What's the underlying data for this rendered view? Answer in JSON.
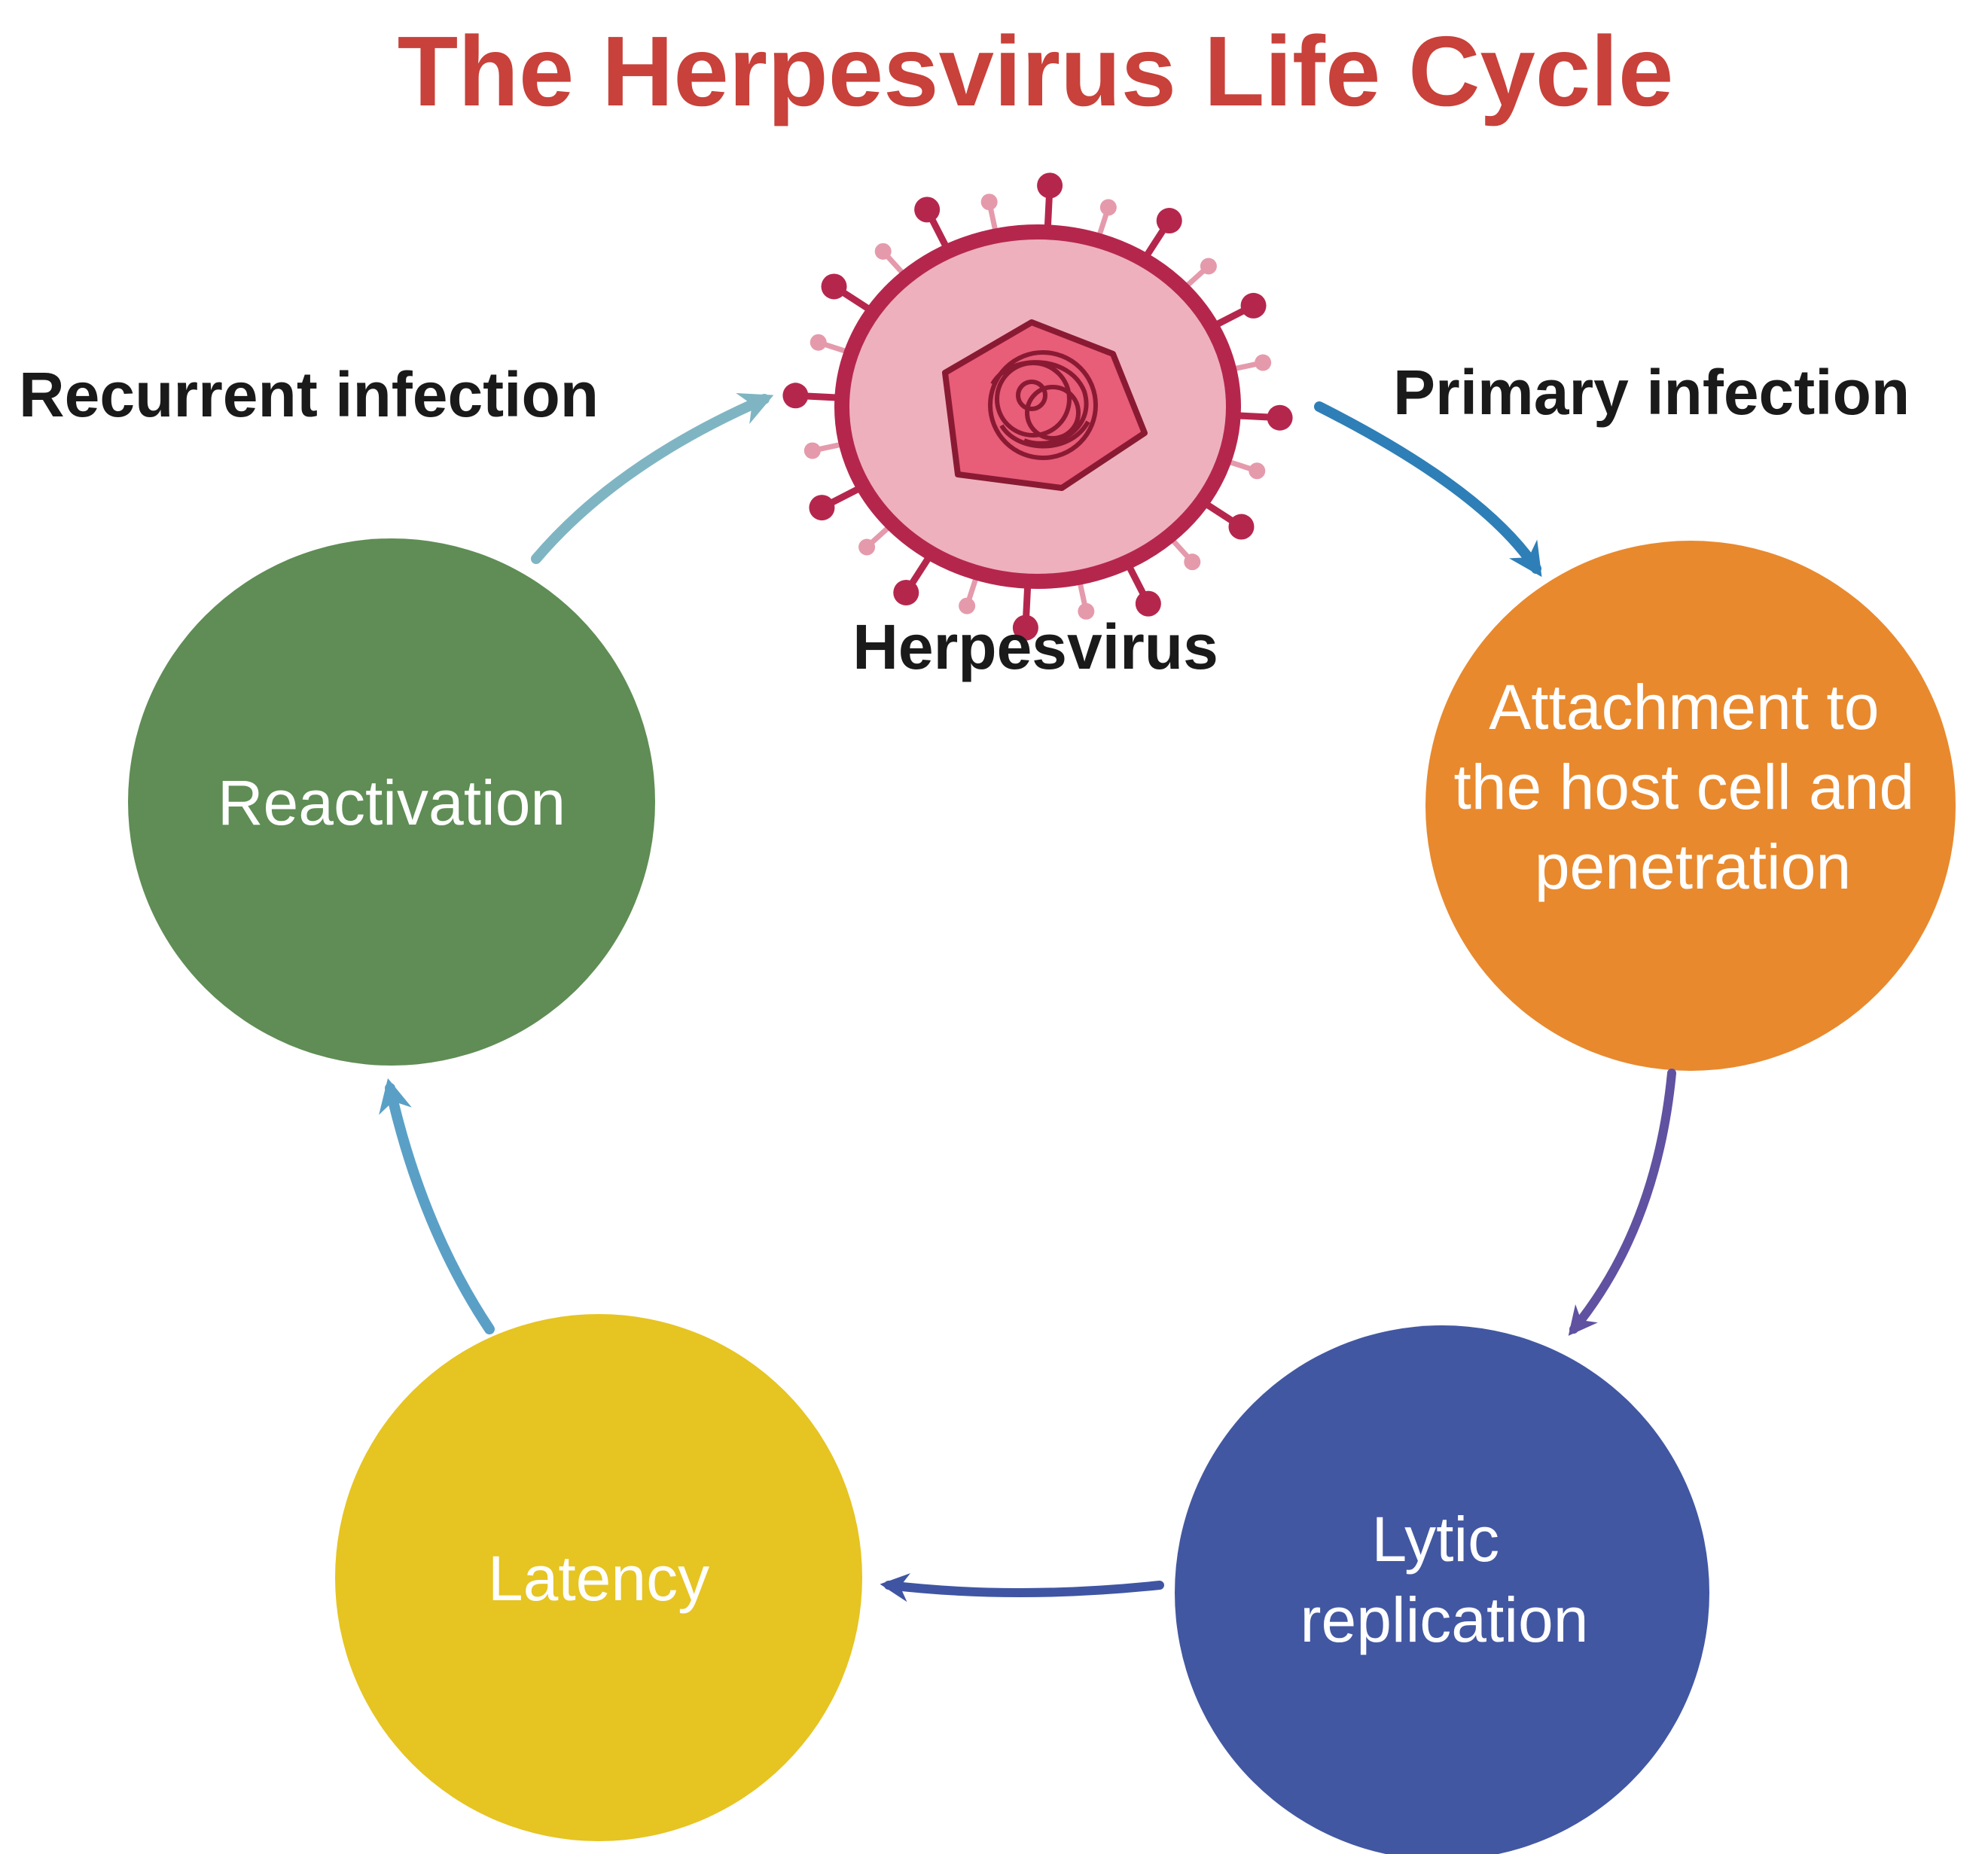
{
  "title": "The Herpesvirus Life Cycle",
  "colors": {
    "title": "#c8413a",
    "virus_membrane": "#b5264d",
    "virus_fill": "#eeb0bd",
    "capsid": "#e85d78",
    "attachment": "#e8892e",
    "lytic": "#4257a2",
    "latency": "#e6c422",
    "reactivation": "#5f8d55",
    "arrow_primary": "#2e7fb7",
    "arrow_to_lytic": "#6151a1",
    "arrow_to_latency": "#3f55a3",
    "arrow_to_reactivation": "#5aa0c6",
    "arrow_recurrent": "#7fb5c3"
  },
  "virus": {
    "label": "Herpesvirus",
    "icon": "herpesvirus-icon"
  },
  "labels": {
    "primary_infection": "Primary infection",
    "recurrent_infection": "Recurrent infection"
  },
  "stages": {
    "attachment": [
      "Attachment to",
      "the host cell and",
      "penetration"
    ],
    "lytic": [
      "Lytic",
      "replication"
    ],
    "latency": [
      "Latency"
    ],
    "reactivation": [
      "Reactivation"
    ]
  }
}
